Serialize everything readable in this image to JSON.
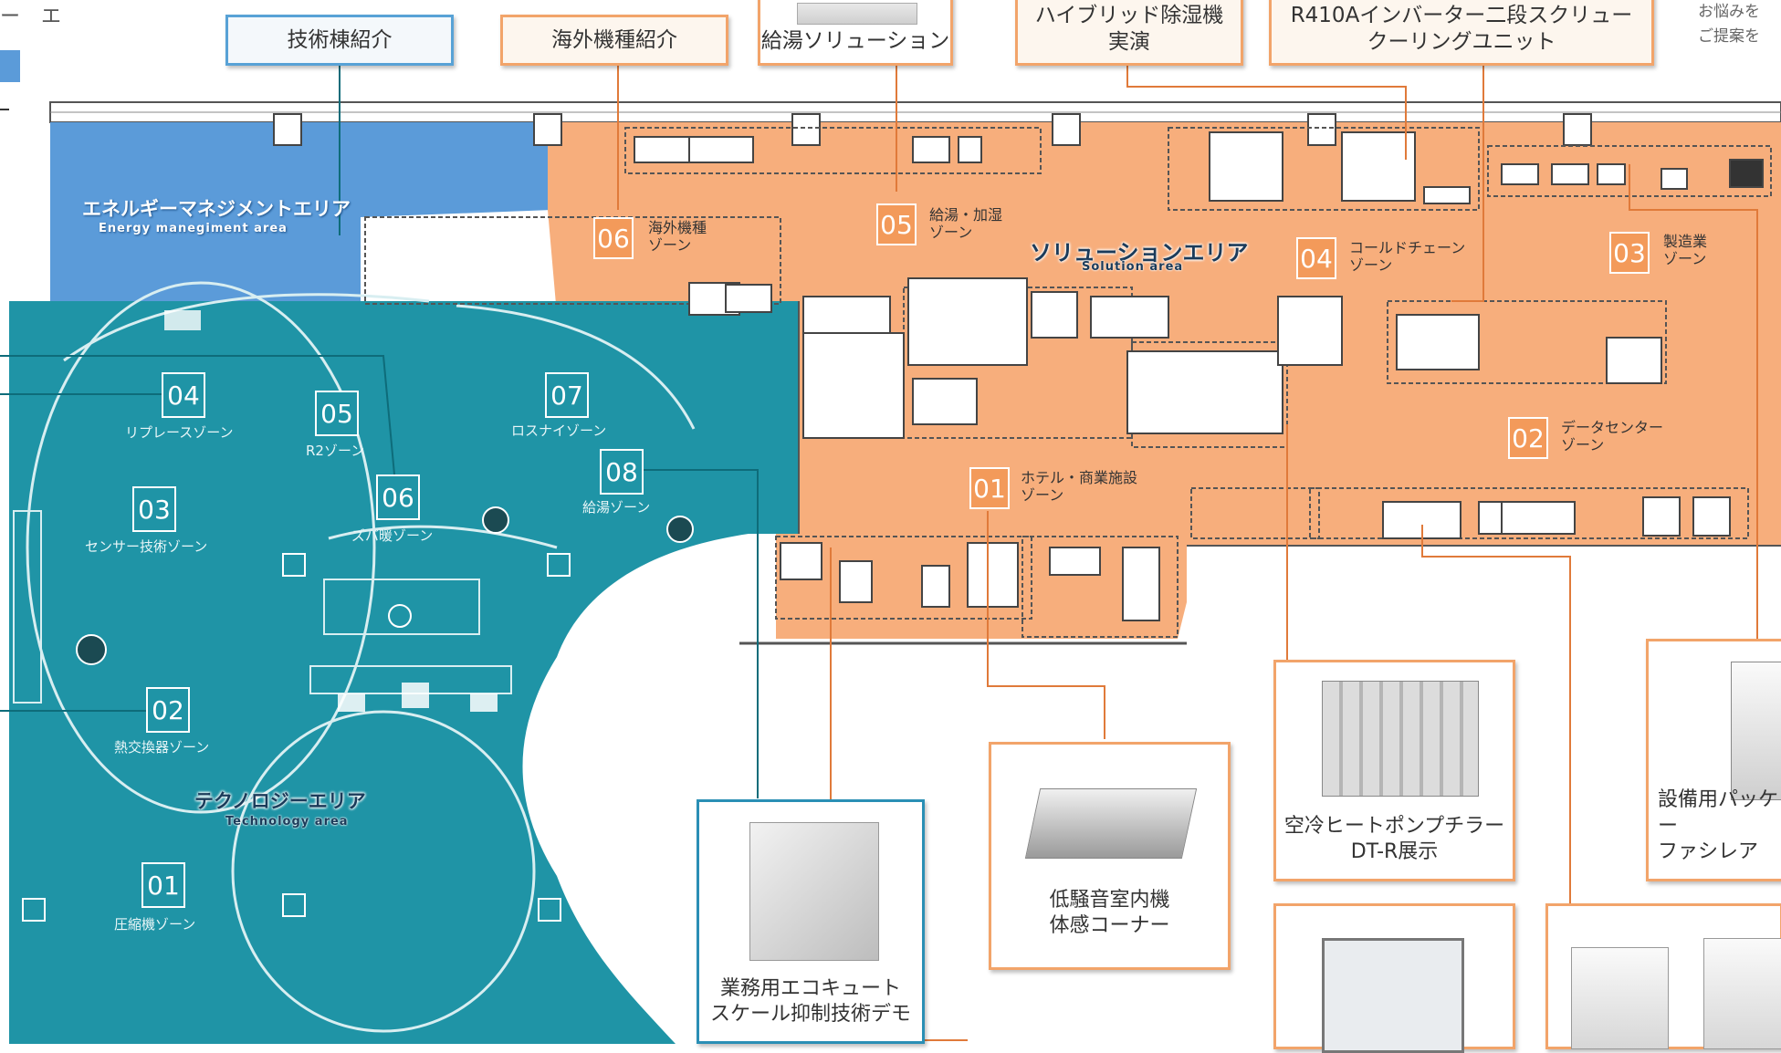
{
  "top_left_text": "ー エ",
  "side_note": "お悩みを\nご提案を",
  "callouts": {
    "tech_building": "技術棟紹介",
    "overseas_models": "海外機種紹介",
    "hot_water_solution": "給湯ソリューション",
    "hybrid_dehumidifier": "ハイブリッド除湿機\n実演",
    "r410a_cooling_unit": "R410Aインバーター二段スクリュー\nクーリングユニット"
  },
  "areas": {
    "energy": {
      "title": "エネルギーマネジメントエリア",
      "subtitle": "Energy manegiment area"
    },
    "solution": {
      "title": "ソリューションエリア",
      "subtitle": "Solution area"
    },
    "technology": {
      "title": "テクノロジーエリア",
      "subtitle": "Technology area"
    }
  },
  "solution_zones": [
    {
      "num": "06",
      "label": "海外機種\nゾーン"
    },
    {
      "num": "05",
      "label": "給湯・加湿\nゾーン"
    },
    {
      "num": "04",
      "label": "コールドチェーン\nゾーン"
    },
    {
      "num": "03",
      "label": "製造業\nゾーン"
    },
    {
      "num": "02",
      "label": "データセンター\nゾーン"
    },
    {
      "num": "01",
      "label": "ホテル・商業施設\nゾーン"
    }
  ],
  "tech_zones": [
    {
      "num": "04",
      "label": "リプレースゾーン"
    },
    {
      "num": "05",
      "label": "R2ゾーン"
    },
    {
      "num": "07",
      "label": "ロスナイゾーン"
    },
    {
      "num": "03",
      "label": "センサー技術ゾーン"
    },
    {
      "num": "06",
      "label": "ズバ暖ゾーン"
    },
    {
      "num": "08",
      "label": "給湯ゾーン"
    },
    {
      "num": "02",
      "label": "熱交換器ゾーン"
    },
    {
      "num": "01",
      "label": "圧縮機ゾーン"
    }
  ],
  "products": {
    "eco_cute": "業務用エコキュート\nスケール抑制技術デモ",
    "low_noise_indoor": "低騒音室内機\n体感コーナー",
    "heat_pump_chiller": "空冷ヒートポンプチラー\nDT-R展示",
    "facility_package": "設備用パッケー\nファシレア"
  },
  "colors": {
    "energy_area": "#5b9bd9",
    "solution_area": "#f7ae7c",
    "technology_area": "#1f94a6",
    "callout_border": "#f2a46a",
    "leader_line": "#e07a3a"
  }
}
